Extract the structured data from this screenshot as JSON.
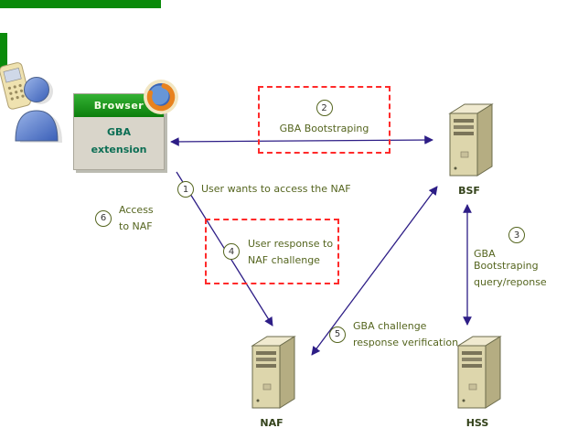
{
  "browser": {
    "title": "Browser",
    "line1": "GBA",
    "line2": "extension"
  },
  "servers": {
    "bsf": "BSF",
    "naf": "NAF",
    "hss": "HSS"
  },
  "steps": {
    "s1": {
      "num": "1",
      "text": "User wants to access the NAF"
    },
    "s2": {
      "num": "2",
      "text": "GBA Bootstraping"
    },
    "s3": {
      "num": "3",
      "line1": "GBA Bootstraping",
      "line2": "query/reponse"
    },
    "s4": {
      "num": "4",
      "line1": "User response to",
      "line2": "NAF challenge"
    },
    "s5": {
      "num": "5",
      "line1": "GBA challenge",
      "line2": "response verification"
    },
    "s6": {
      "num": "6",
      "line1": "Access",
      "line2": "to NAF"
    }
  },
  "colors": {
    "arrow": "#2d1d86",
    "dashed_box": "#ff2a2a",
    "browser_header_green": "#0c7e0c",
    "window_edge_green": "#0a8a0a",
    "text_olive": "#55651f",
    "server_beige": "#ddd6ac"
  }
}
